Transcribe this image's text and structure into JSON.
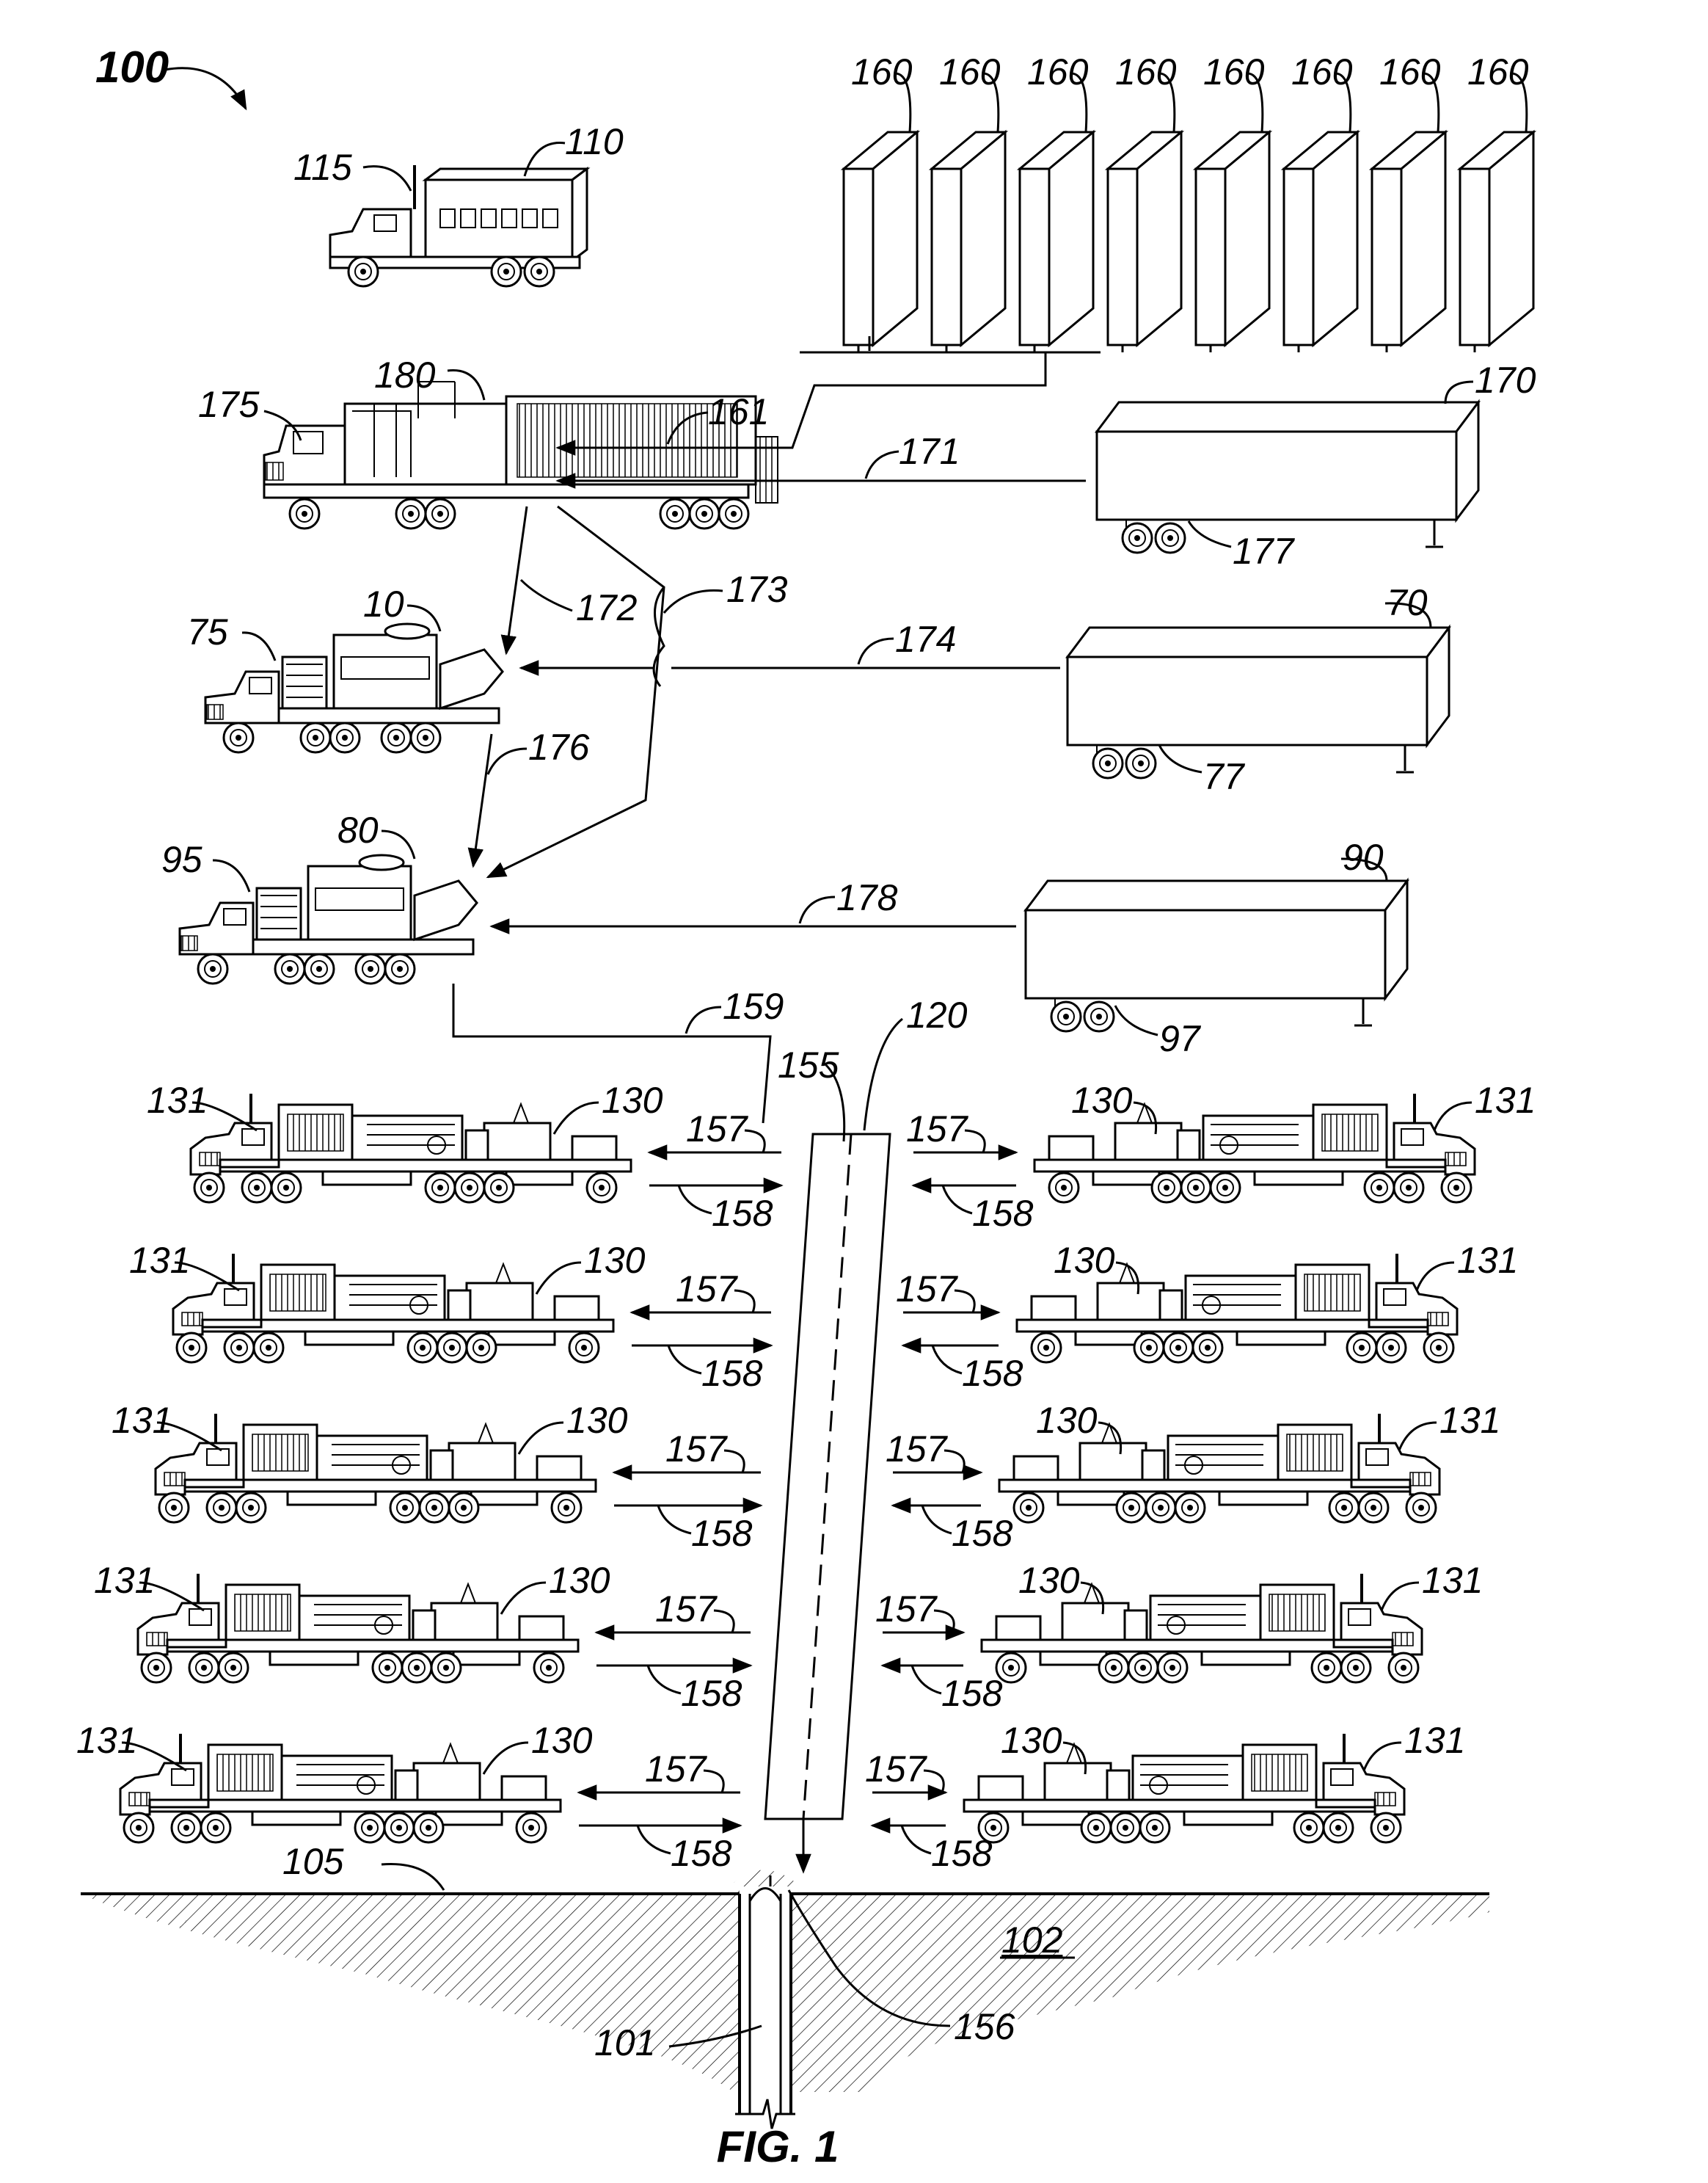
{
  "figure": {
    "title": "FIG. 1",
    "ref_system": "100",
    "labels": {
      "l115": "115",
      "l110": "110",
      "l175": "175",
      "l180": "180",
      "l161": "161",
      "l171": "171",
      "l170": "170",
      "l177": "177",
      "l75": "75",
      "l10": "10",
      "l172": "172",
      "l173": "173",
      "l174": "174",
      "l70": "70",
      "l77": "77",
      "l176": "176",
      "l95": "95",
      "l80": "80",
      "l178": "178",
      "l90": "90",
      "l97": "97",
      "l159": "159",
      "l120": "120",
      "l155": "155",
      "l105": "105",
      "l102": "102",
      "l101": "101",
      "l156": "156"
    },
    "silo_label": "160",
    "silo_count": 8,
    "pump_truck": {
      "truck_label": "131",
      "unit_label": "130"
    },
    "flow_labels": {
      "out": "157",
      "in": "158"
    },
    "pump_rows": 5
  }
}
